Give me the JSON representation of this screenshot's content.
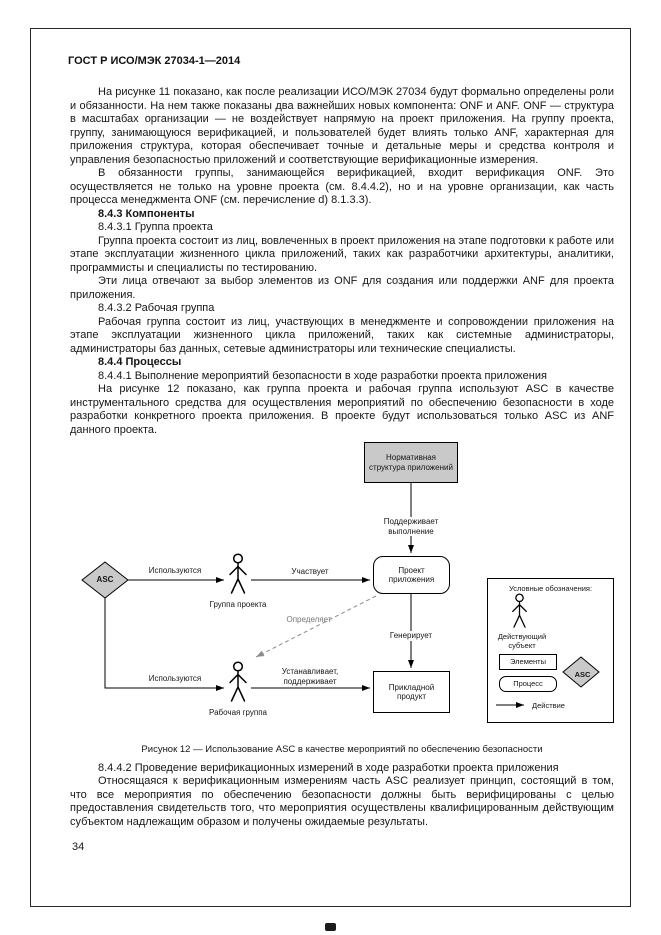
{
  "page": {
    "header": "ГОСТ Р ИСО/МЭК 27034-1—2014",
    "number": "34"
  },
  "body": {
    "p1": "На рисунке 11 показано, как после реализации ИСО/МЭК 27034 будут формально определены роли и обязанности. На нем также показаны два важнейших новых компонента: ONF и ANF. ONF — структура в масштабах организации — не воздействует напрямую на проект приложения. На группу проекта, группу, занимающуюся верификацией, и пользователей будет влиять только ANF, характерная для приложения структура, которая обеспечивает точные и детальные меры и средства контроля и управления безопасностью приложений и соответствующие верификационные измерения.",
    "p2": "В обязанности группы, занимающейся верификацией, входит верификация ONF. Это осуществляется не только на уровне проекта (см. 8.4.4.2), но и на уровне организации, как часть процесса менеджмента ONF (см. перечисление d) 8.1.3.3).",
    "h_843": "8.4.3 Компоненты",
    "h_8431": "8.4.3.1 Группа проекта",
    "p3": "Группа проекта состоит из лиц, вовлеченных в проект приложения на этапе подготовки к работе или этапе эксплуатации жизненного цикла приложений, таких как разработчики архитектуры, аналитики, программисты и специалисты по тестированию.",
    "p4": "Эти лица отвечают за выбор элементов из ONF для создания или поддержки ANF для проекта приложения.",
    "h_8432": "8.4.3.2 Рабочая группа",
    "p5": "Рабочая группа состоит из лиц, участвующих в менеджменте и сопровождении приложения на этапе эксплуатации жизненного цикла приложений, таких как системные администраторы, администраторы баз данных, сетевые администраторы или технические специалисты.",
    "h_844": "8.4.4 Процессы",
    "h_8441": "8.4.4.1 Выполнение мероприятий безопасности в ходе разработки проекта приложения",
    "p6": "На рисунке 12 показано, как группа проекта и рабочая группа используют ASC в качестве инструментального средства для осуществления мероприятий по обеспечению безопасности в ходе разработки конкретного проекта приложения. В проекте будут использоваться только ASC из ANF данного проекта.",
    "figure_caption": "Рисунок 12 — Использование ASC в качестве мероприятий по обеспечению безопасности",
    "h_8442": "8.4.4.2 Проведение верификационных измерений в ходе разработки проекта приложения",
    "p7": "Относящаяся к верификационным измерениям часть ASC реализует принцип, состоящий в том, что все мероприятия по обеспечению безопасности должны быть верифицированы с целью предоставления свидетельств того, что мероприятия осуществлены квалифицированным действующим субъектом надлежащим образом и получены ожидаемые результаты."
  },
  "diagram": {
    "normative_box": "Нормативная структура приложений",
    "supports_label": "Поддерживает выполнение",
    "project_box": "Проект приложения",
    "product_box": "Прикладной продукт",
    "asc_label": "ASC",
    "uses_top_label": "Используются",
    "uses_bottom_label": "Используются",
    "participates_label": "Участвует",
    "defines_label": "Определяет",
    "generates_label": "Генерирует",
    "installs_label": "Устанавливает, поддерживает",
    "project_group_label": "Группа проекта",
    "work_group_label": "Рабочая группа",
    "legend": {
      "title": "Условные обозначения:",
      "actor_label": "Действующий субъект",
      "elements_label": "Элементы",
      "process_label": "Процесс",
      "asc_label": "ASC",
      "action_label": "Действие"
    },
    "colors": {
      "node_gray": "#c9c9c9",
      "line": "#000000",
      "dashed_line": "#8a8a8a"
    }
  }
}
